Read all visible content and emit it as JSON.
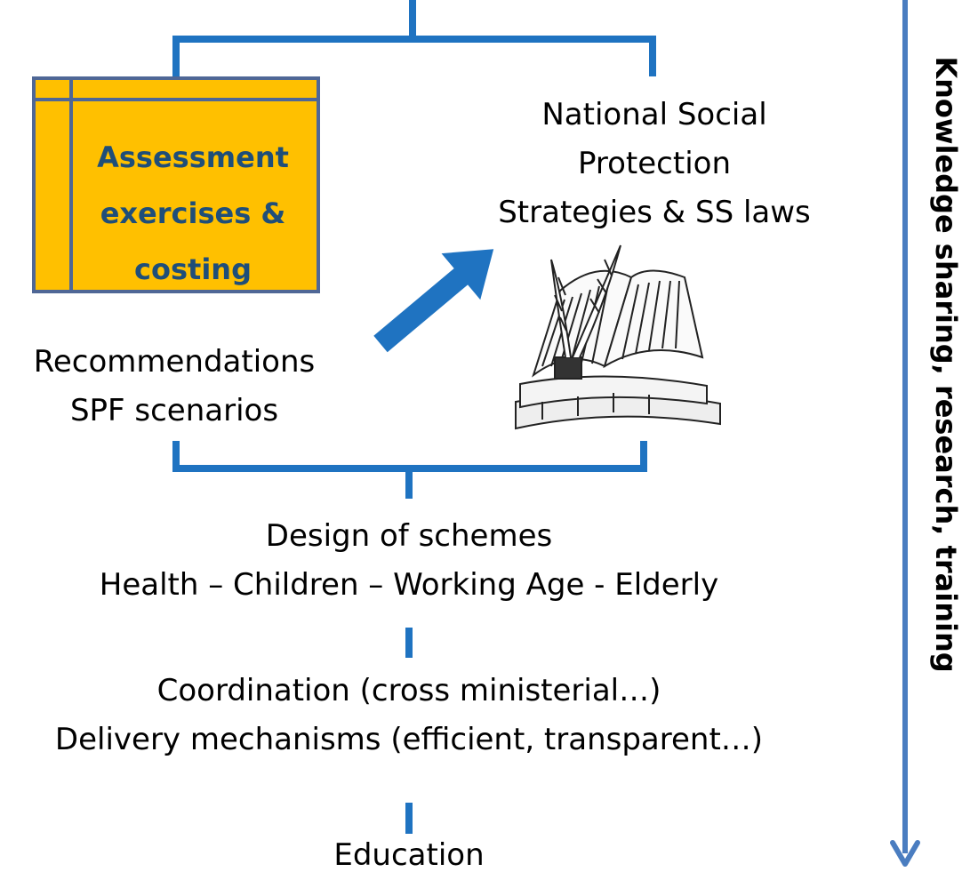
{
  "assessment_box": {
    "lines": [
      "Assessment",
      "exercises &",
      "costing"
    ],
    "fill": "#FFC000",
    "border": "#4F6796",
    "text_color": "#1F4E79"
  },
  "national_strategy": {
    "lines": [
      "National Social",
      "Protection",
      "Strategies & SS laws"
    ]
  },
  "recommendations": {
    "lines": [
      "Recommendations",
      "SPF scenarios"
    ]
  },
  "design": {
    "lines": [
      "Design of schemes",
      "Health – Children – Working Age - Elderly"
    ]
  },
  "coordination": {
    "lines": [
      "Coordination (cross ministerial…)",
      "Delivery mechanisms (efficient, transparent…)"
    ]
  },
  "education": {
    "label": "Education"
  },
  "side_axis": {
    "label": "Knowledge sharing, research, training",
    "color": "#4A7DC0"
  },
  "connector_color": "#1F73C1",
  "arrow_color": "#1F73C1",
  "icons": {
    "illustration": "book-with-quills-icon"
  }
}
